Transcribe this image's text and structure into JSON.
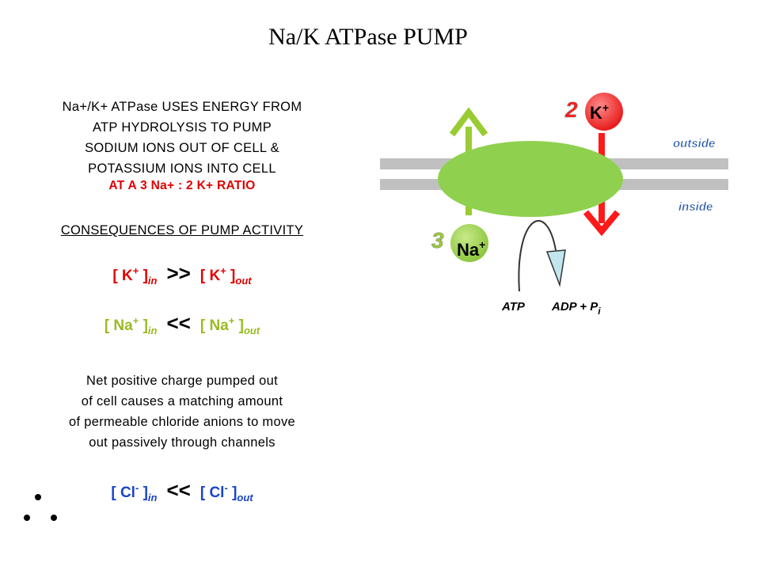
{
  "title": "Na/K ATPase PUMP",
  "intro_lines": [
    "Na+/K+ ATPase USES ENERGY FROM",
    "ATP HYDROLYSIS TO PUMP",
    "SODIUM IONS OUT OF CELL &",
    "POTASSIUM IONS INTO CELL"
  ],
  "ratio_text": "AT A 3 Na+ : 2 K+  RATIO",
  "consequences_heading": "CONSEQUENCES  OF PUMP ACTIVITY",
  "eq_k": {
    "open": "[ K",
    "sup": "+",
    "close_in": " ]",
    "sub_in": "in",
    "op": ">>",
    "open2": "[ K",
    "sup2": "+",
    "close_out": " ]",
    "sub_out": "out"
  },
  "eq_na": {
    "open": "[ Na",
    "sup": "+",
    "close_in": " ]",
    "sub_in": "in",
    "op": "<<",
    "open2": "[ Na",
    "sup2": "+",
    "close_out": " ]",
    "sub_out": "out"
  },
  "net_lines": [
    "Net positive charge pumped out",
    "of cell causes a matching amount",
    "of permeable chloride anions to move",
    "out passively through channels"
  ],
  "eq_cl": {
    "open": "[ Cl",
    "sup": "-",
    "close_in": " ]",
    "sub_in": "in",
    "op": "<<",
    "open2": "[ Cl",
    "sup2": "-",
    "close_out": " ]",
    "sub_out": "out"
  },
  "diagram": {
    "k_count": "2",
    "k_ion": "K",
    "k_charge": "+",
    "na_count": "3",
    "na_ion": "Na",
    "na_charge": "+",
    "outside_label": "outside",
    "inside_label": "inside",
    "atp_label": "ATP",
    "adp_label": "ADP + P",
    "adp_sub": "i"
  },
  "colors": {
    "red": "#e00000",
    "green": "#99bb22",
    "blue": "#1a44c8",
    "pump": "#8fd14f",
    "membrane": "#c0c0c0",
    "label_blue": "#2255aa"
  }
}
